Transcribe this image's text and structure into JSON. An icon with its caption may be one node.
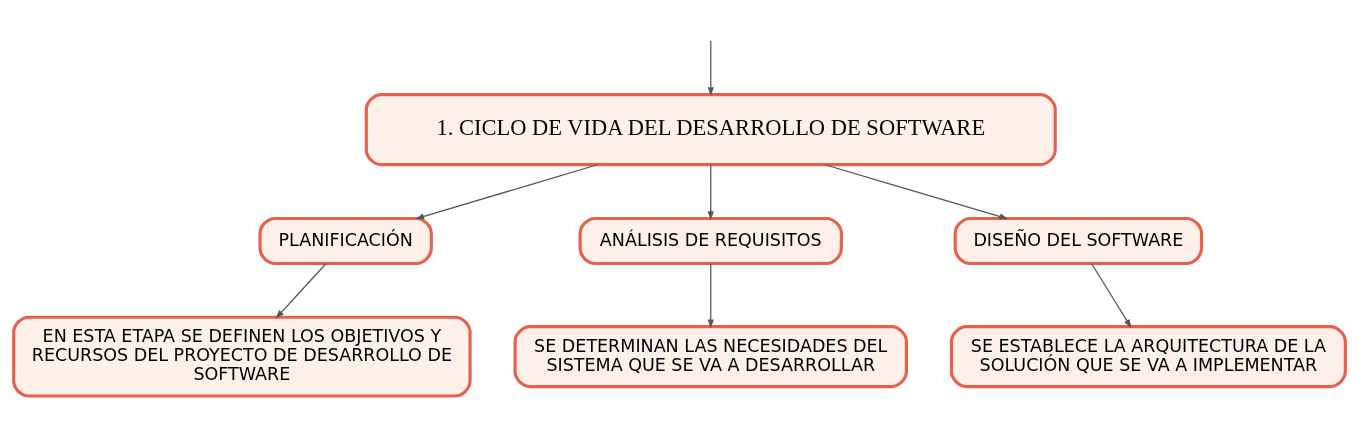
{
  "diagram": {
    "nodes": [
      {
        "text": [
          "1. CICLO DE VIDA DEL DESARROLLO DE SOFTWARE"
        ]
      },
      {
        "text": [
          "PLANIFICACIÓN"
        ]
      },
      {
        "text": [
          "ANÁLISIS DE REQUISITOS"
        ]
      },
      {
        "text": [
          "DISEÑO DEL SOFTWARE"
        ]
      },
      {
        "text": [
          "EN ESTA ETAPA SE DEFINEN LOS OBJETIVOS Y RECURSOS DEL PROYECTO DE DESARROLLO DE SOFTWARE"
        ]
      },
      {
        "text": [
          "SE DETERMINAN LAS NECESIDADES DEL SISTEMA QUE SE VA A DESARROLLAR"
        ]
      },
      {
        "text": [
          "SE ESTABLECE LA ARQUITECTURA DE LA SOLUCIÓN QUE SE VA A IMPLEMENTAR"
        ]
      }
    ],
    "edges": [
      {
        "from": null,
        "to": 0,
        "arrow": "to"
      },
      {
        "from": 0,
        "to": 1,
        "arrow": "to"
      },
      {
        "from": 0,
        "to": 2,
        "arrow": "to"
      },
      {
        "from": 0,
        "to": 3,
        "arrow": "to"
      },
      {
        "from": 1,
        "to": 4,
        "arrow": "to"
      },
      {
        "from": 2,
        "to": 5,
        "arrow": "to"
      },
      {
        "from": 3,
        "to": 6,
        "arrow": "to"
      }
    ]
  }
}
